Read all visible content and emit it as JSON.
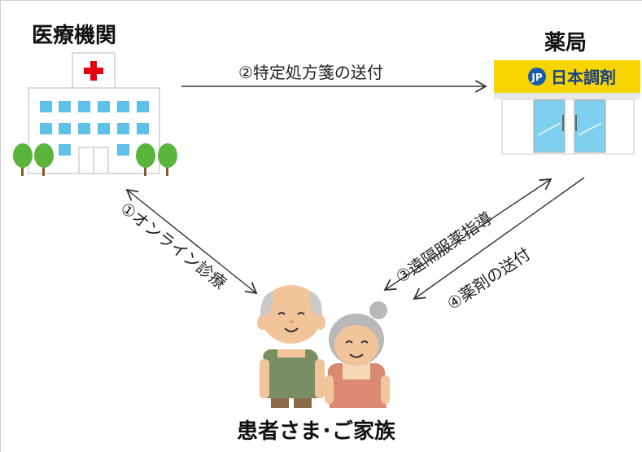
{
  "nodes": {
    "hospital": {
      "title": "医療機関"
    },
    "pharmacy": {
      "title": "薬局",
      "brand": "日本調剤",
      "brand_mark": "JP"
    },
    "patient": {
      "title": "患者さま･ご家族"
    }
  },
  "edges": {
    "prescription": {
      "label": "②特定処方箋の送付"
    },
    "online_consult": {
      "label": "①オンライン診療"
    },
    "remote_guidance": {
      "label": "③遠隔服薬指導"
    },
    "medicine_delivery": {
      "label": "④薬剤の送付"
    }
  },
  "colors": {
    "accent_red": "#e60012",
    "window_blue": "#5fc0e8",
    "door_blue": "#7fd0ee",
    "pharmacy_yellow": "#f5d400",
    "tree_green": "#5bb53d",
    "trunk_brown": "#8b5a2b",
    "elder_shirt": "#7a8e63",
    "grandma_top": "#d98a70"
  }
}
